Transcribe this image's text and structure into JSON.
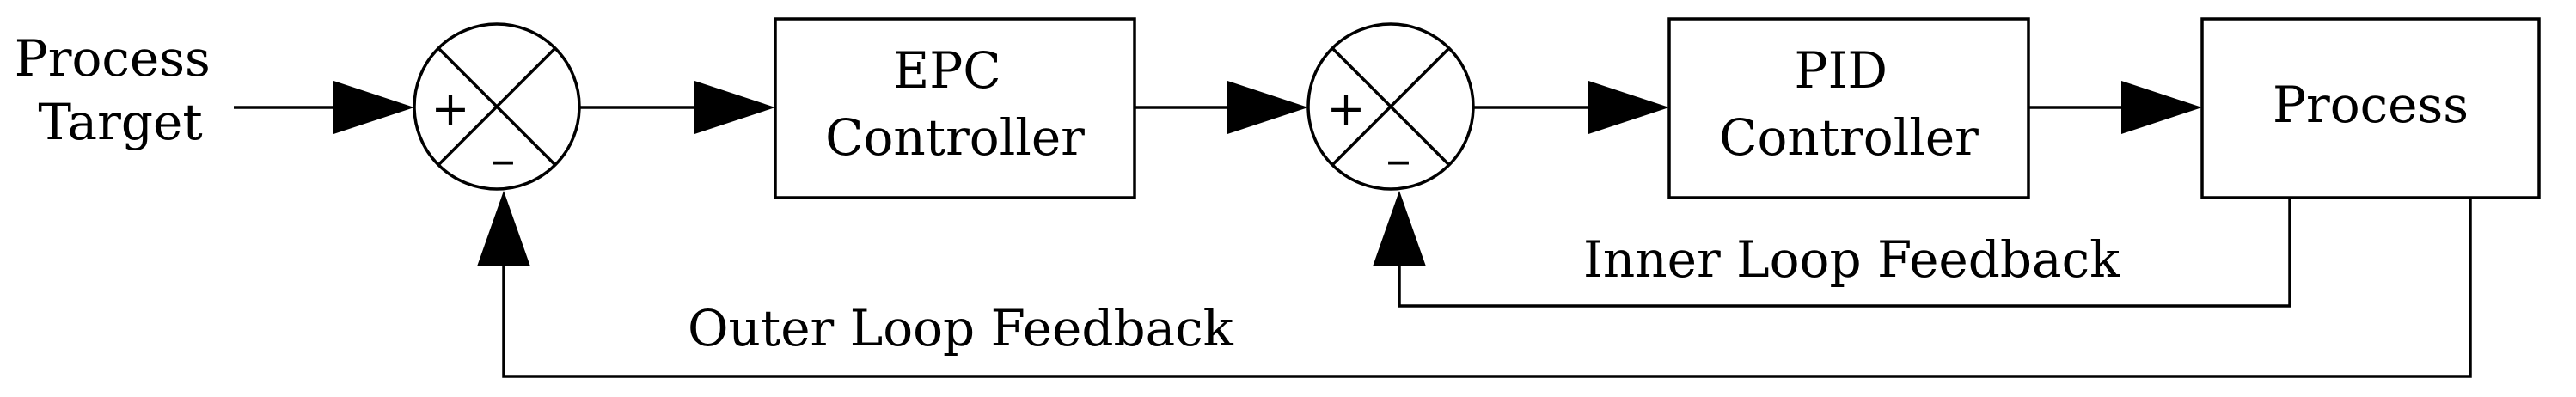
{
  "diagram": {
    "input_label": [
      "Process",
      "Target"
    ],
    "summing_junctions": [
      {
        "plus": "+",
        "minus": "–"
      },
      {
        "plus": "+",
        "minus": "–"
      }
    ],
    "blocks": {
      "epc": [
        "EPC",
        "Controller"
      ],
      "pid": [
        "PID",
        "Controller"
      ],
      "process": "Process"
    },
    "feedback": {
      "inner": "Inner Loop Feedback",
      "outer": "Outer Loop Feedback"
    }
  }
}
